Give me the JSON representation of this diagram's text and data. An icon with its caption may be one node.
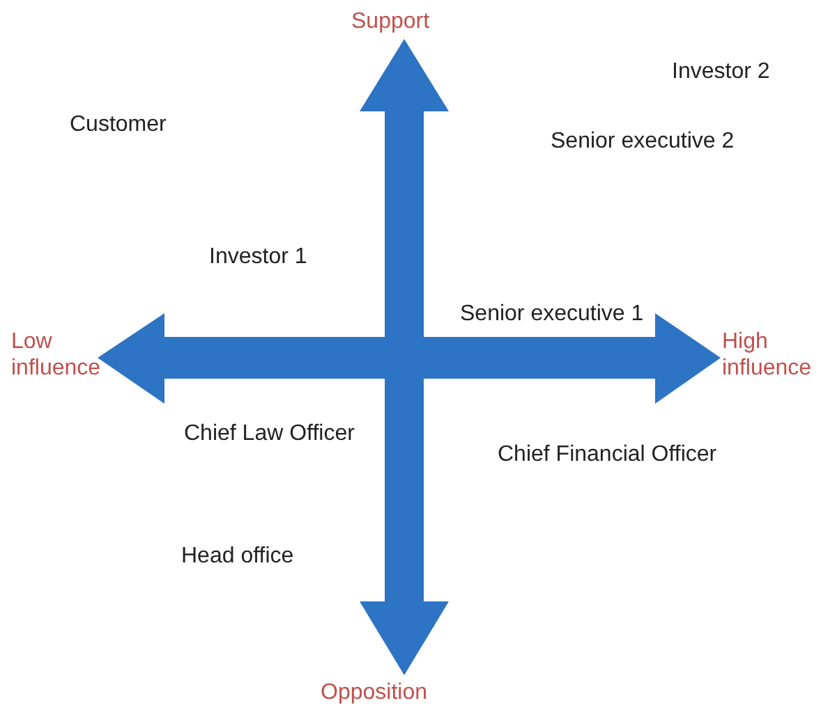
{
  "diagram": {
    "labels": [
      "Support",
      "Investor 2",
      "Customer",
      "Senior executive 2",
      "Investor 1",
      "Senior executive 1",
      "Low influence",
      "High influence",
      "Chief Law Officer",
      "Chief Financial Officer",
      "Head office",
      "Opposition"
    ]
  }
}
